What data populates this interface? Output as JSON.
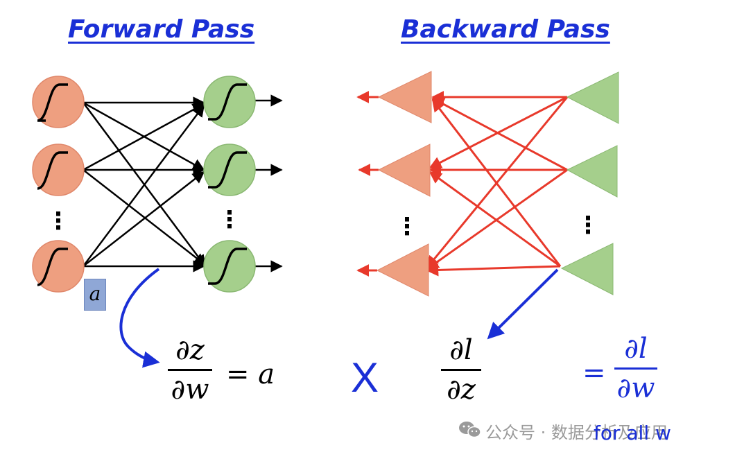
{
  "forward": {
    "title": "Forward Pass"
  },
  "backward": {
    "title": "Backward Pass"
  },
  "labels": {
    "activation": "a",
    "ellipsis": "⋮",
    "times": "X",
    "for_all": "for all w"
  },
  "equation": {
    "dz_dw": {
      "numerator": "∂z",
      "denominator": "∂w"
    },
    "equals_a": "= a",
    "dl_dz": {
      "numerator": "∂l",
      "denominator": "∂z"
    },
    "equals": "=",
    "dl_dw": {
      "numerator": "∂l",
      "denominator": "∂w"
    }
  },
  "watermark": {
    "text": "公众号 · 数据分析及应用",
    "icon": "wechat-icon"
  },
  "colors": {
    "neuron_fill": "#ee9f80",
    "output_neuron_fill": "#a5cf8c",
    "edge_forward": "#000000",
    "edge_backward": "#e8392b",
    "accent_blue": "#1a2fd6"
  }
}
